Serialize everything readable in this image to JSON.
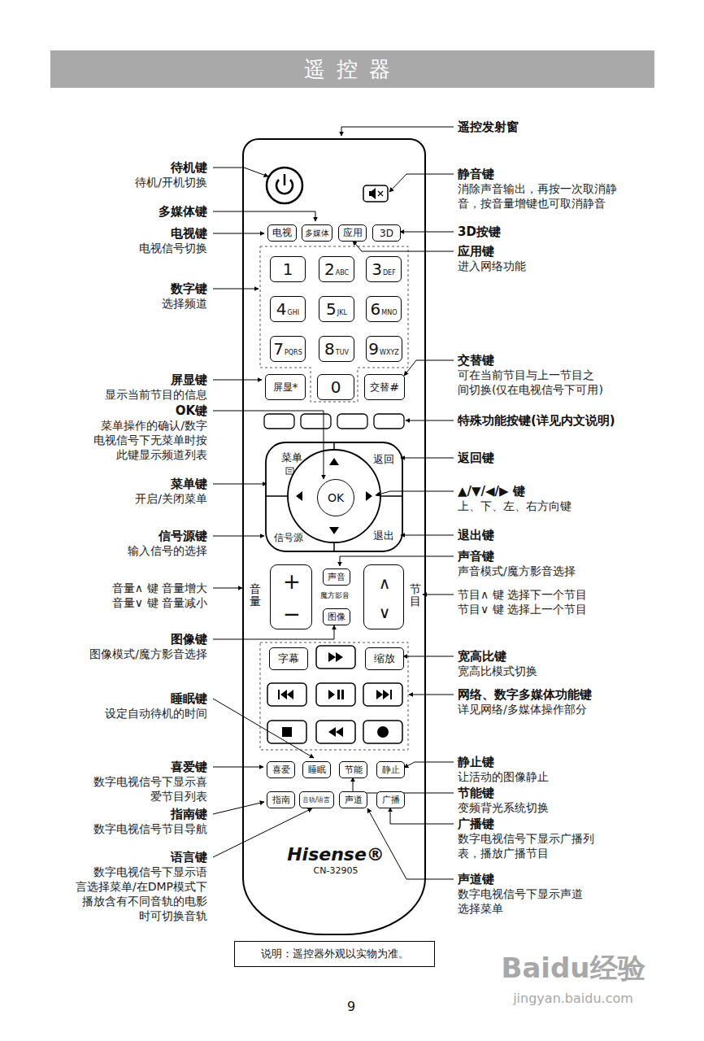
{
  "diagram": {
    "title": "遥控器",
    "nodes": [
      {
        "text": [
          "Hisense®",
          "CN-32905"
        ]
      },
      {
        "text": [
          "电视"
        ],
        "in": 0
      },
      {
        "text": [
          "多媒体"
        ],
        "in": 0
      },
      {
        "text": [
          "应用"
        ],
        "in": 0
      },
      {
        "text": [
          "3D"
        ],
        "in": 0
      },
      {
        "text": [
          "1"
        ],
        "in": 0
      },
      {
        "text": [
          "2",
          "ABC"
        ],
        "in": 0
      },
      {
        "text": [
          "3",
          "DEF"
        ],
        "in": 0
      },
      {
        "text": [
          "4",
          "GHI"
        ],
        "in": 0
      },
      {
        "text": [
          "5",
          "JKL"
        ],
        "in": 0
      },
      {
        "text": [
          "6",
          "MNO"
        ],
        "in": 0
      },
      {
        "text": [
          "7",
          "PQRS"
        ],
        "in": 0
      },
      {
        "text": [
          "8",
          "TUV"
        ],
        "in": 0
      },
      {
        "text": [
          "9",
          "WXYZ"
        ],
        "in": 0
      },
      {
        "text": [
          "屏显",
          "*"
        ],
        "in": 0
      },
      {
        "text": [
          "0"
        ],
        "in": 0
      },
      {
        "text": [
          "交替",
          "#"
        ],
        "in": 0
      },
      {
        "text": [
          "菜单"
        ],
        "in": 0
      },
      {
        "text": [
          "返回"
        ],
        "in": 0
      },
      {
        "text": [
          "OK"
        ],
        "in": 0
      },
      {
        "text": [
          "信号源"
        ],
        "in": 0
      },
      {
        "text": [
          "退出"
        ],
        "in": 0
      },
      {
        "text": [
          "音量",
          "+",
          "−"
        ],
        "in": 0
      },
      {
        "text": [
          "声音"
        ],
        "in": 0
      },
      {
        "text": [
          "图像"
        ],
        "in": 0
      },
      {
        "text": [
          "节目",
          "∧",
          "∨"
        ],
        "in": 0
      },
      {
        "text": [
          "字幕"
        ],
        "in": 0
      },
      {
        "text": [
          "缩放"
        ],
        "in": 0
      },
      {
        "text": [
          "喜爱"
        ],
        "in": 0
      },
      {
        "text": [
          "睡眠"
        ],
        "in": 0
      },
      {
        "text": [
          "节能"
        ],
        "in": 0
      },
      {
        "text": [
          "静止"
        ],
        "in": 0
      },
      {
        "text": [
          "指南"
        ],
        "in": 0
      },
      {
        "text": [
          "音轨/语言"
        ],
        "in": 0
      },
      {
        "text": [
          "声道"
        ],
        "in": 0
      },
      {
        "text": [
          "广播"
        ],
        "in": 0
      },
      {
        "text": [
          "说明：遥控器外观以实物为准。"
        ]
      }
    ],
    "labels": [
      "待机键",
      "待机/开机切换",
      "多媒体键",
      "电视键",
      "电视信号切换",
      "数字键",
      "选择频道",
      "屏显键",
      "显示当前节目的信息",
      "OK键",
      "菜单操作的确认/数字 电视信号下无菜单时按 此键显示频道列表",
      "菜单键",
      "开启/关闭菜单",
      "信号源键",
      "输入信号的选择",
      "音量∧ 键 音量增大",
      "音量∨ 键 音量减小",
      "图像键",
      "图像模式/魔方影音选择",
      "睡眠键",
      "设定自动待机的时间",
      "喜爱键",
      "数字电视信号下显示喜 爱节目列表",
      "指南键",
      "数字电视信号节目导航",
      "语言键",
      "数字电视信号下显示语 言选择菜单/在DMP模式下 播放含有不同音轨的电影 时可切换音轨",
      "遥控发射窗",
      "静音键",
      "消除声音输出，再按一次取消静 音，按音量增键也可取消静音",
      "3D按键",
      "应用键",
      "进入网络功能",
      "交替键",
      "可在当前节目与上一节目之 间切换(仅在电视信号下可用)",
      "特殊功能按键(详见内文说明)",
      "返回键",
      "▲/▼/◀/▶ 键",
      "上、下、左、右方向键",
      "退出键",
      "声音键",
      "声音模式/魔方影音选择",
      "节目∧ 键 选择下一个节目",
      "节目∨ 键 选择上一个节目",
      "宽高比键",
      "宽高比模式切换",
      "网络、数字多媒体功能键",
      "详见网络/多媒体操作部分",
      "静止键",
      "让活动的图像静止",
      "节能键",
      "变频背光系统切换",
      "广播键",
      "数字电视信号下显示广播列 表，播放广播节目",
      "声道键",
      "数字电视信号下显示声道 选择菜单",
      "魔方影音",
      "9",
      "Baidu经验",
      "jingyan.baidu.com"
    ]
  }
}
